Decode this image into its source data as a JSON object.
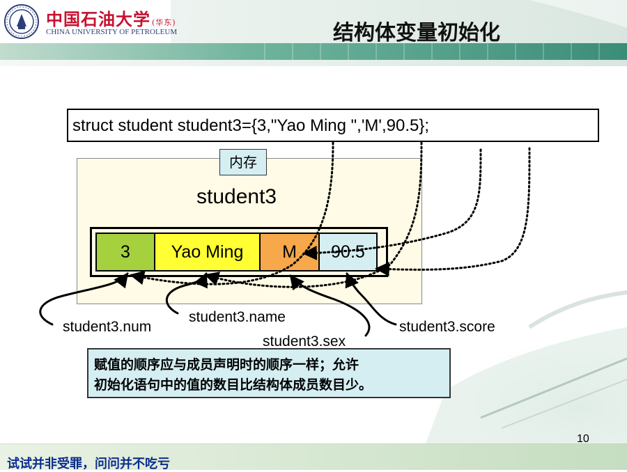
{
  "header": {
    "university_name_cn": "中国石油大学",
    "university_tag": "(华东)",
    "university_name_en": "CHINA UNIVERSITY OF PETROLEUM",
    "slide_title": "结构体变量初始化"
  },
  "code_line": "struct student student3={3,\"Yao Ming \",'M',90.5};",
  "memory": {
    "label": "内存",
    "variable_name": "student3",
    "cells": [
      {
        "member": "num",
        "value": "3",
        "color": "#a6d13f"
      },
      {
        "member": "name",
        "value": "Yao Ming",
        "color": "#ffff33"
      },
      {
        "member": "sex",
        "value": "M",
        "color": "#f6a84a"
      },
      {
        "member": "score",
        "value": "90.5",
        "color": "#d5eef2"
      }
    ]
  },
  "member_labels": {
    "num": "student3.num",
    "name": "student3.name",
    "sex": "student3.sex",
    "score": "student3.score"
  },
  "note": {
    "line1": "赋值的顺序应与成员声明时的顺序一样；允许",
    "line2": "初始化语句中的值的数目比结构体成员数目少。"
  },
  "page_number": "10",
  "footer_motto": "试试并非受罪，问问并不吃亏",
  "colors": {
    "header_teal": "#2f8e7b",
    "footer_green": "#cfe3c8",
    "note_bg": "#d5eef2",
    "memory_bg": "#fffbe6",
    "footer_text": "#0a2d8c"
  }
}
